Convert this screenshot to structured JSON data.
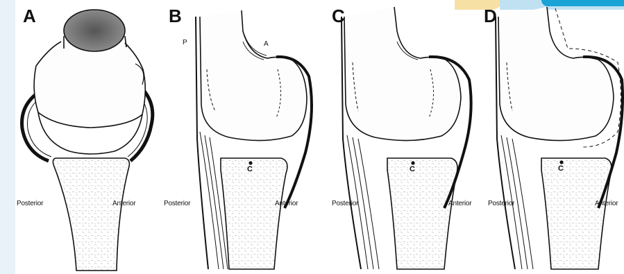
{
  "panels": [
    {
      "letter": "A",
      "posterior": "Posterior",
      "anterior": "Anterior"
    },
    {
      "letter": "B",
      "posterior": "Posterior",
      "anterior": "Anterior",
      "p": "P",
      "a": "A",
      "c": "C"
    },
    {
      "letter": "C",
      "posterior": "Posterior",
      "anterior": "Anterior",
      "c": "C"
    },
    {
      "letter": "D",
      "posterior": "Posterior",
      "anterior": "Anterior",
      "c": "C"
    }
  ],
  "colors": {
    "ink": "#111111",
    "bone": "#f3f3f3",
    "stipple": "#bdbdbd",
    "banner_yellow": "#f7e0a4",
    "banner_blue": "#19a3d6"
  }
}
